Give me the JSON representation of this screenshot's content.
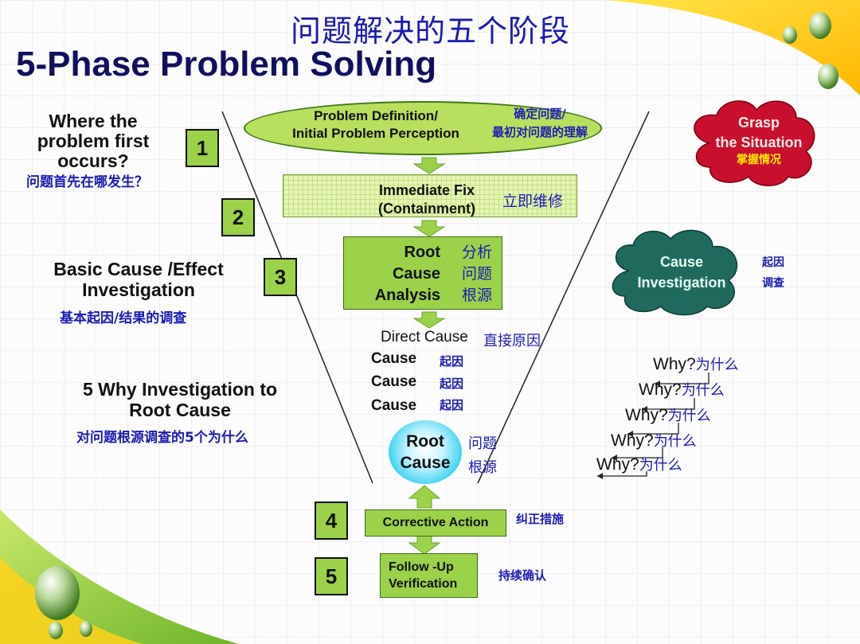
{
  "title": {
    "cn": "问题解决的五个阶段",
    "en": "5-Phase Problem Solving"
  },
  "left_labels": {
    "where_en": "Where the problem first occurs?",
    "where_cn": "问题首先在哪发生？",
    "basic_en": "Basic Cause /Effect Investigation",
    "basic_cn": "基本起因/结果的调查",
    "why5_en": "5 Why Investigation to Root Cause",
    "why5_cn": "对问题根源调查的5个为什么"
  },
  "step_numbers": [
    "1",
    "2",
    "3",
    "4",
    "5"
  ],
  "funnel": {
    "problem_def_en_1": "Problem Definition/",
    "problem_def_en_2": "Initial Problem Perception",
    "problem_def_cn_1": "确定问题/",
    "problem_def_cn_2": "最初对问题的理解",
    "immediate_en_1": "Immediate Fix",
    "immediate_en_2": "(Containment)",
    "immediate_cn": "立即维修",
    "rca_en": [
      "Root",
      "Cause",
      "Analysis"
    ],
    "rca_cn": [
      "分析",
      "问题",
      "根源"
    ],
    "direct_cause_en": "Direct Cause",
    "direct_cause_cn": "直接原因",
    "causes": [
      {
        "en": "Cause",
        "cn": "起因"
      },
      {
        "en": "Cause",
        "cn": "起因"
      },
      {
        "en": "Cause",
        "cn": "起因"
      }
    ],
    "root_en_1": "Root",
    "root_en_2": "Cause",
    "root_cn_1": "问题",
    "root_cn_2": "根源"
  },
  "corrective": {
    "en": "Corrective Action",
    "cn": "纠正措施"
  },
  "follow_up": {
    "en_1": "Follow -Up",
    "en_2": "Verification",
    "cn": "持续确认"
  },
  "clouds": {
    "grasp_en_1": "Grasp",
    "grasp_en_2": "the Situation",
    "grasp_cn": "掌握情况",
    "cause_en_1": "Cause",
    "cause_en_2": "Investigation",
    "cause_cn_1": "起因",
    "cause_cn_2": "调查"
  },
  "why": [
    {
      "en": "Why?",
      "cn": "为什么"
    },
    {
      "en": "Why?",
      "cn": "为什么"
    },
    {
      "en": "Why?",
      "cn": "为什么"
    },
    {
      "en": "Why?",
      "cn": "为什么"
    },
    {
      "en": "Why?",
      "cn": "为什么"
    }
  ],
  "colors": {
    "green": "#9bd24a",
    "navy": "#101060",
    "blue_cn": "#1b1bb5",
    "red_cloud": "#c8102e",
    "teal_cloud": "#1f6a5c",
    "yellow_corner": "#ffcc00"
  }
}
